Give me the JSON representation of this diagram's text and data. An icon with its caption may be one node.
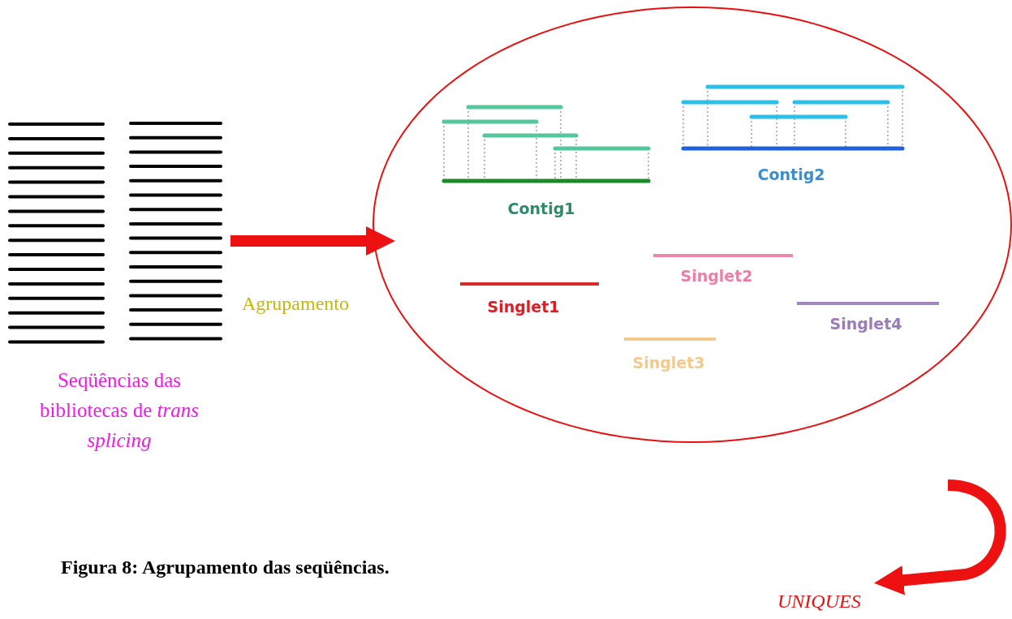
{
  "diagram": {
    "caption": "Figura 8: Agrupamento das seqüências.",
    "nodes": [
      {
        "text": [],
        "shape": "picture",
        "beside": [
          "Seqüências das bibliotecas de *trans splicing*"
        ]
      },
      {
        "text": [],
        "shape": "circle"
      },
      {
        "text": [
          "Contig1"
        ],
        "in": 1
      },
      {
        "text": [
          "Contig2"
        ],
        "in": 1
      },
      {
        "text": [
          "Singlet2"
        ],
        "in": 1
      },
      {
        "text": [
          "Singlet1"
        ],
        "in": 1
      },
      {
        "text": [
          "Singlet4"
        ],
        "in": 1
      },
      {
        "text": [
          "Singlet3"
        ],
        "in": 1
      },
      {
        "text": [
          "UNIQUES"
        ]
      }
    ],
    "edges": [
      {
        "from": 0,
        "to": 1,
        "arrow": "to",
        "label": "Agrupamento"
      },
      {
        "from": null,
        "to": 8,
        "arrow": "to"
      }
    ]
  }
}
